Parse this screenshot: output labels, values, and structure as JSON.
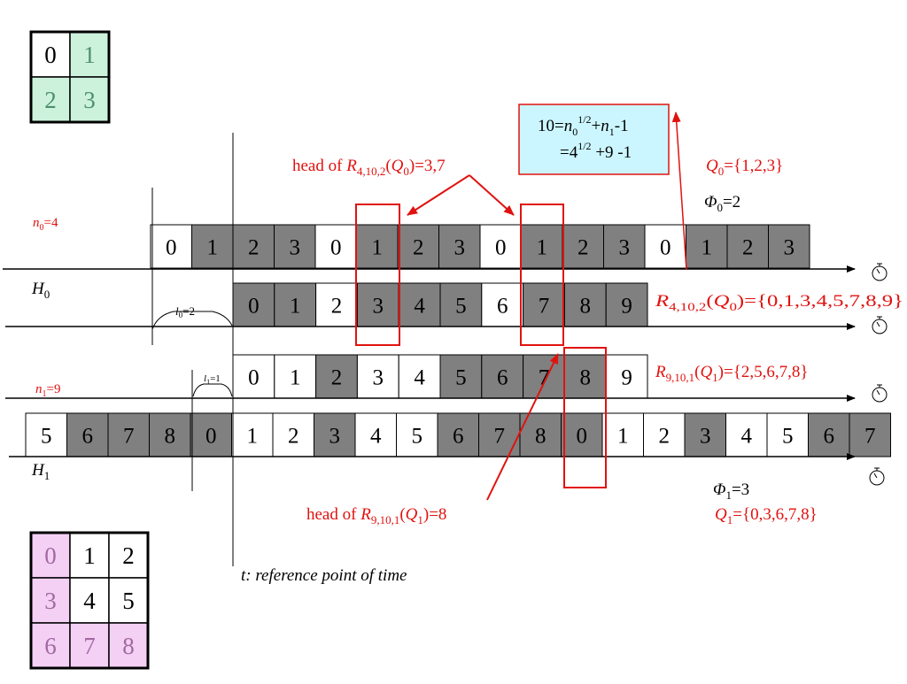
{
  "grid_q0": {
    "cells": [
      {
        "label": "0",
        "shaded": false
      },
      {
        "label": "1",
        "shaded": true
      },
      {
        "label": "2",
        "shaded": true
      },
      {
        "label": "3",
        "shaded": true
      }
    ],
    "shade_color": "#ccf2dc"
  },
  "grid_q1": {
    "cells": [
      {
        "label": "0",
        "shaded": true
      },
      {
        "label": "1",
        "shaded": false
      },
      {
        "label": "2",
        "shaded": false
      },
      {
        "label": "3",
        "shaded": true
      },
      {
        "label": "4",
        "shaded": false
      },
      {
        "label": "5",
        "shaded": false
      },
      {
        "label": "6",
        "shaded": true
      },
      {
        "label": "7",
        "shaded": true
      },
      {
        "label": "8",
        "shaded": true
      }
    ],
    "shade_color": "#f5d0f5"
  },
  "seq_h0": {
    "cells": [
      "0",
      "1",
      "2",
      "3",
      "0",
      "1",
      "2",
      "3",
      "0",
      "1",
      "2",
      "3",
      "0",
      "1",
      "2",
      "3"
    ],
    "shaded": [
      false,
      true,
      true,
      true,
      false,
      true,
      true,
      true,
      false,
      true,
      true,
      true,
      false,
      true,
      true,
      true
    ]
  },
  "seq_r4": {
    "cells": [
      "0",
      "1",
      "2",
      "3",
      "4",
      "5",
      "6",
      "7",
      "8",
      "9"
    ],
    "shaded": [
      true,
      true,
      false,
      true,
      true,
      true,
      false,
      true,
      true,
      true
    ]
  },
  "seq_r9": {
    "cells": [
      "0",
      "1",
      "2",
      "3",
      "4",
      "5",
      "6",
      "7",
      "8",
      "9"
    ],
    "shaded": [
      false,
      false,
      true,
      false,
      false,
      true,
      true,
      true,
      true,
      false
    ]
  },
  "seq_h1": {
    "cells": [
      "5",
      "6",
      "7",
      "8",
      "0",
      "1",
      "2",
      "3",
      "4",
      "5",
      "6",
      "7",
      "8",
      "0",
      "1",
      "2",
      "3",
      "4",
      "5",
      "6",
      "7"
    ],
    "shaded": [
      false,
      true,
      true,
      true,
      true,
      false,
      false,
      true,
      false,
      false,
      true,
      true,
      true,
      true,
      false,
      false,
      true,
      false,
      false,
      true,
      true
    ]
  },
  "colors": {
    "shaded_cell": "#808080",
    "accent_red": "#e0120f",
    "formula_box_fill": "#ccf6ff"
  },
  "labels": {
    "n0": "n0=4",
    "n1": "n1=9",
    "h0": "H0",
    "h1": "H1",
    "l0": "l0=2",
    "l1": "l1=1",
    "q0_set": "Q0={1,2,3}",
    "phi0": "Φ0=2",
    "r4_set": "R4,10,2(Q0)={0,1,3,4,5,7,8,9}",
    "r9_set": "R9,10,1(Q1)={2,5,6,7,8}",
    "phi1": "Φ1=3",
    "q1_set": "Q1={0,3,6,7,8}",
    "head_r4": "head of R4,10,2(Q0)=3,7",
    "head_r9": "head of R9,10,1(Q1)=8",
    "reference": "t: reference point of time",
    "formula_line1": "10=n01/2+n1-1",
    "formula_line2": "=41/2 +9 -1",
    "clock_icon": "stopwatch-icon"
  }
}
